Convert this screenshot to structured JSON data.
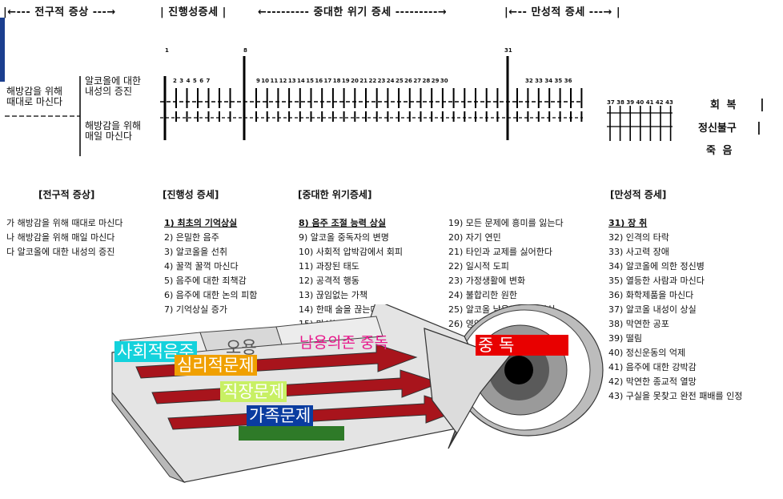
{
  "header": {
    "early": "|←--- 전구적 증상 ---→",
    "progressive": "| 진행성증세 |",
    "crisis": "←--------- 중대한 위기 증세 ---------→",
    "chronic": "|←--  만성적 증세  ---→ |"
  },
  "rows": {
    "main_left": "해방감을 위해\n때대로 마신다",
    "main_right": "알코올에 대한\n내성의 증진",
    "lower": "해방감을 위해\n매일 마신다"
  },
  "markers": {
    "m1": "1",
    "m8": "8",
    "m31": "31",
    "seq1": "2  3  4  5  6  7",
    "seq2": "9  10  11  12  13  14  15  16  17  18  19  20  21  22  23  24  25  26  27  28  29  30",
    "seq3": "32  33  34  35  36",
    "seq4": "37  38  39  40  41  42  43"
  },
  "outcomes": [
    "회 복",
    "정신불구",
    "죽 음"
  ],
  "columns": {
    "early": {
      "title": "[전구적 증상]",
      "items": [
        "가  해방감을 위해 때대로 마신다",
        "나  해방감을 위해 매일 마신다",
        "다  알코올에 대한 내성의 증진"
      ]
    },
    "progressive": {
      "title": "[진행성 증세]",
      "items": [
        "1) 최초의 기억상실",
        "2) 은밀한 음주",
        "3) 알코올을 선취",
        "4) 꿀꺽 꿀꺽 마신다",
        "5) 음주에 대한 죄책감",
        "6) 음주에 대한 논의 피함",
        "7) 기억상실 증가"
      ]
    },
    "crisis": {
      "title": "[중대한 위기증세]",
      "items": [
        "8) 음주 조절 능력 상실",
        "9) 알코올 중독자의 변명",
        "10) 사회적 압박감에서 회피",
        "11) 과장된 태도",
        "12) 공격적 행동",
        "13) 끊임없는 가책",
        "14) 한때 술을 끊는다",
        "15) 마시는 습관을 바꾼다"
      ]
    },
    "crisis2": {
      "items": [
        "19) 모든 문제에 흥미를 잃는다",
        "20) 자기 연민",
        "21) 타인과 교제를 싫어한다",
        "22) 일시적 도피",
        "23) 가정생활에 변화",
        "24) 불합리한 원한",
        "25) 알코올 남용에 대한 관심",
        "26) 영양무시"
      ]
    },
    "chronic": {
      "title": "[만성적 증세]",
      "items": [
        "31) 장 취",
        "32) 인격의 타락",
        "33) 사고력 장애",
        "34) 알코올에 의한 정신병",
        "35) 열등한 사람과 마신다",
        "36) 화학제품을 마신다",
        "37) 알코올 내성이 상실",
        "38) 막연한 공포",
        "39) 떨림",
        "40) 정신운동의 억제",
        "41) 음주에 대한 강박감",
        "42) 막연한 종교적 열망",
        "43) 구실을 못찾고 완전 패배를 인정"
      ]
    }
  },
  "illustration": {
    "social_drinking": "사회적음주",
    "misuse": "오용",
    "abuse_dependence": "남용의존 중독",
    "psychological": "심리적문제",
    "workplace": "직장문제",
    "family": "가족문제",
    "addiction": "중        독"
  },
  "colors": {
    "social_bg": "#14d2dc",
    "psych_bg": "#f0a000",
    "work_bg": "#c8f064",
    "family_bg": "#0a3ca0",
    "family_stripe": "#2e7a28",
    "addiction_bg": "#e80000",
    "abuse_text": "#e8188c",
    "arrow_red": "#a8141c"
  }
}
